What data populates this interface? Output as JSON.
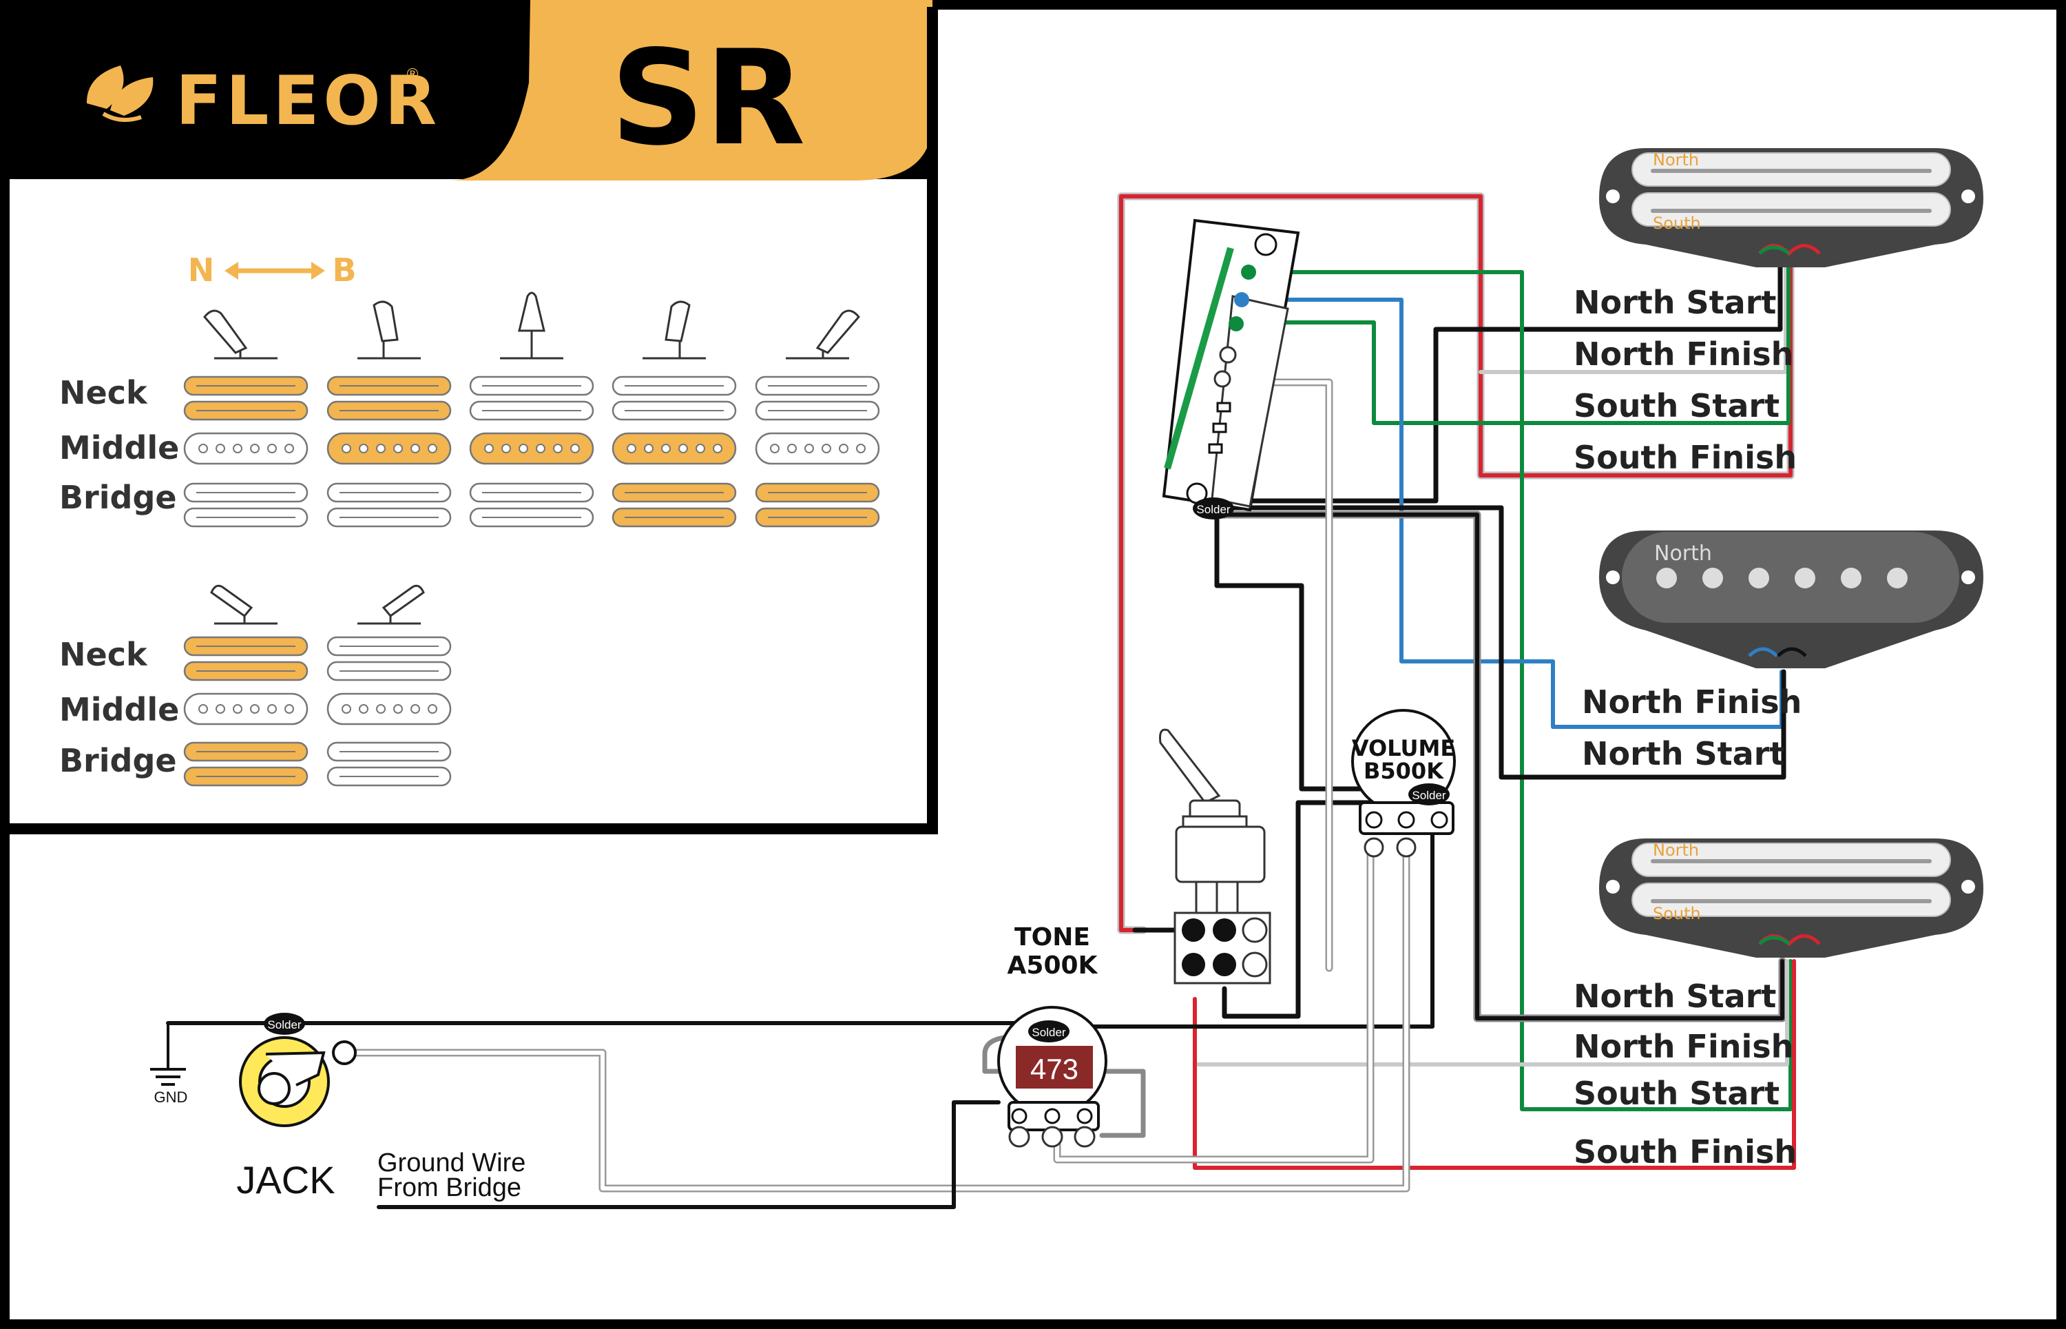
{
  "brand": {
    "name": "FLEOR",
    "registered": "®",
    "model": "SR",
    "accent_color": "#f3b550"
  },
  "switch_chart": {
    "direction_left": "N",
    "direction_right": "B",
    "row_labels": [
      "Neck",
      "Middle",
      "Bridge"
    ],
    "five_way": [
      {
        "neck": true,
        "middle": false,
        "bridge": false
      },
      {
        "neck": true,
        "middle": true,
        "bridge": false
      },
      {
        "neck": false,
        "middle": true,
        "bridge": false
      },
      {
        "neck": false,
        "middle": true,
        "bridge": true
      },
      {
        "neck": false,
        "middle": false,
        "bridge": true
      }
    ],
    "two_way": [
      {
        "neck": true,
        "middle": false,
        "bridge": true
      },
      {
        "neck": false,
        "middle": false,
        "bridge": false
      }
    ]
  },
  "pickups": {
    "neck": {
      "coil_top": "North",
      "coil_bottom": "South",
      "wires": [
        "North Start",
        "North Finish",
        "South Start",
        "South Finish"
      ]
    },
    "middle": {
      "label": "North",
      "wires": [
        "North Finish",
        "North Start"
      ]
    },
    "bridge": {
      "coil_top": "North",
      "coil_bottom": "South",
      "wires": [
        "North Start",
        "North Finish",
        "South Start",
        "South Finish"
      ]
    }
  },
  "controls": {
    "volume_line1": "VOLUME",
    "volume_line2": "B500K",
    "tone_line1": "TONE",
    "tone_line2": "A500K",
    "capacitor": "473",
    "solder": "Solder",
    "jack": "JACK",
    "gnd": "GND",
    "ground_wire_line1": "Ground Wire",
    "ground_wire_line2": "From Bridge"
  },
  "colors": {
    "red": "#d9232f",
    "green": "#0e8a3e",
    "blue": "#2f7fc4",
    "black": "#111111",
    "white_wire": "#c9c9c9",
    "active": "#f3b550"
  }
}
